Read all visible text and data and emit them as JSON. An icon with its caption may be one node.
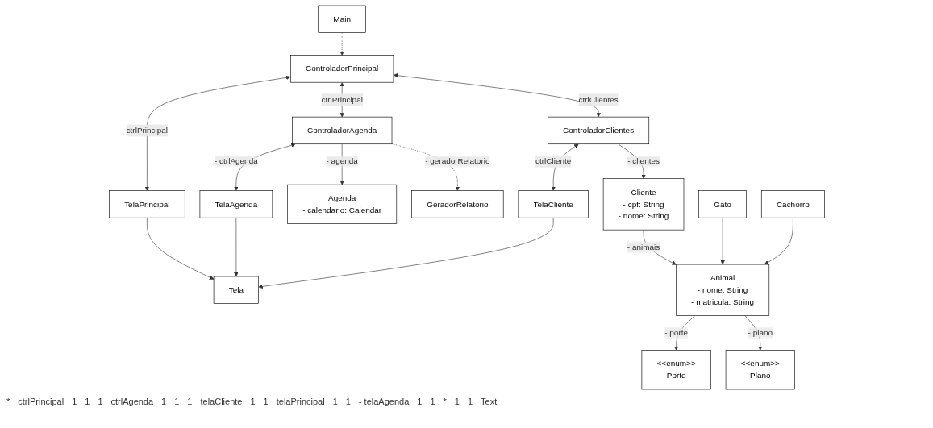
{
  "diagram": {
    "nodes": [
      {
        "text": [
          "Cliente",
          "- cpf: String",
          "- nome: String"
        ]
      },
      {
        "text": [
          "ControladorClientes"
        ]
      },
      {
        "text": [
          "Main"
        ]
      },
      {
        "text": [
          "ControladorPrincipal"
        ]
      },
      {
        "text": [
          "GeradorRelatorio"
        ]
      },
      {
        "text": [
          "ControladorAgenda"
        ]
      },
      {
        "text": [
          "Agenda",
          "- calendario: Calendar"
        ]
      },
      {
        "text": [
          "<<enum>>",
          "Plano"
        ]
      },
      {
        "text": [
          "Animal",
          "- nome: String",
          "- matricula: String"
        ]
      },
      {
        "text": [
          "<<enum>>",
          "Porte"
        ]
      },
      {
        "text": [
          "TelaCliente"
        ]
      },
      {
        "text": [
          "TelaPrincipal"
        ]
      },
      {
        "text": [
          "TelaAgenda"
        ]
      },
      {
        "text": [
          "Gato"
        ]
      },
      {
        "text": [
          "Cachorro"
        ]
      },
      {
        "text": [
          "Tela"
        ]
      }
    ],
    "edges": [
      {
        "from": 1,
        "to": 0,
        "arrow": "to",
        "label": "- clientes"
      },
      {
        "from": 3,
        "to": 1,
        "arrow": "both",
        "label": "ctrlClientes"
      },
      {
        "from": 2,
        "to": 3,
        "arrow": "to",
        "style": "dashed"
      },
      {
        "from": 5,
        "to": 4,
        "arrow": "to",
        "style": "dashed",
        "label": "- geradorRelatorio"
      },
      {
        "from": 3,
        "to": 5,
        "arrow": "both",
        "label": "ctrlPrincipal"
      },
      {
        "from": 5,
        "to": 6,
        "arrow": "to",
        "label": "- agenda"
      },
      {
        "from": 1,
        "to": 10,
        "arrow": "both",
        "label": "ctrlCliente"
      },
      {
        "from": 3,
        "to": 11,
        "arrow": "both",
        "label": "ctrlPrincipal"
      },
      {
        "from": 5,
        "to": 12,
        "arrow": "both",
        "label": "- ctrlAgenda"
      },
      {
        "from": 0,
        "to": 8,
        "arrow": "to",
        "label": "- animais"
      },
      {
        "from": 8,
        "to": 7,
        "arrow": "to",
        "label": "- plano"
      },
      {
        "from": 8,
        "to": 9,
        "arrow": "to",
        "label": "- porte"
      },
      {
        "from": 13,
        "to": 8,
        "arrow": "to"
      },
      {
        "from": 14,
        "to": 8,
        "arrow": "to"
      },
      {
        "from": 10,
        "to": 15,
        "arrow": "to"
      },
      {
        "from": 11,
        "to": 15,
        "arrow": "to"
      },
      {
        "from": 12,
        "to": 15,
        "arrow": "to"
      }
    ],
    "labels": [
      "*",
      "ctrlPrincipal",
      "1",
      "1",
      "1",
      "ctrlAgenda",
      "1",
      "1",
      "1",
      "telaCliente",
      "1",
      "1",
      "telaPrincipal",
      "1",
      "1",
      "- telaAgenda",
      "1",
      "1",
      "*",
      "1",
      "1",
      "Text"
    ]
  }
}
